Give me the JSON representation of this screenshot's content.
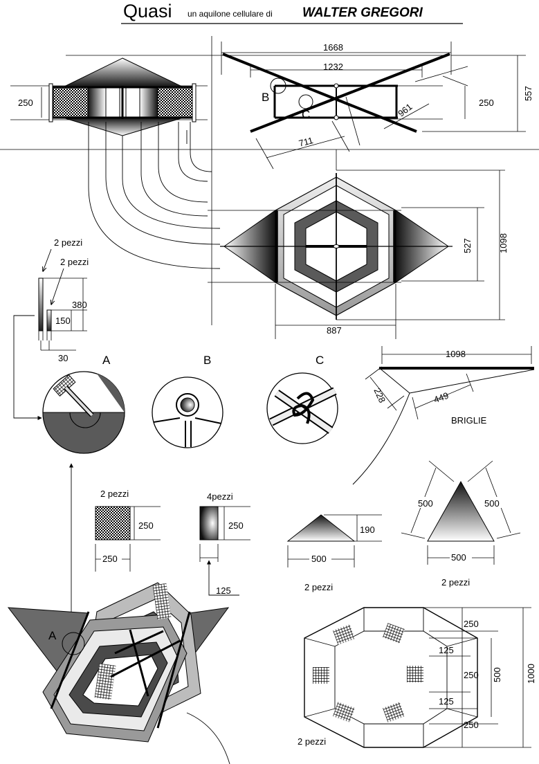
{
  "title": {
    "logo": "Quasi",
    "subtitle": "un aquilone cellulare di",
    "author": "WALTER GREGORI"
  },
  "dimensions": {
    "d1668": "1668",
    "d1232": "1232",
    "d250_top_left": "250",
    "d250_top_right": "250",
    "d557": "557",
    "d961": "961",
    "d711": "711",
    "d527": "527",
    "d1098_vert": "1098",
    "d887": "887",
    "d380": "380",
    "d150": "150",
    "d30": "30",
    "d1098_bridle": "1098",
    "d228": "228",
    "d449": "449",
    "d250_chk_h": "250",
    "d250_chk_w": "250",
    "d250_grad": "250",
    "d125_grad": "125",
    "d190": "190",
    "d500_small": "500",
    "d500_tri_l": "500",
    "d500_tri_r": "500",
    "d500_tri_b": "500",
    "hex_250_top": "250",
    "hex_125_a": "125",
    "hex_250_mid": "250",
    "hex_500": "500",
    "hex_125_b": "125",
    "hex_250_bot": "250",
    "hex_1000": "1000"
  },
  "labels": {
    "point_b": "B",
    "point_c": "C",
    "point_a": "A",
    "detail_a": "A",
    "detail_b": "B",
    "detail_c": "C",
    "pieces_rod_1": "2 pezzi",
    "pieces_rod_2": "2 pezzi",
    "pieces_checker": "2 pezzi",
    "pieces_gradient": "4pezzi",
    "pieces_small_tri": "2 pezzi",
    "pieces_big_tri": "2 pezzi",
    "pieces_hex": "2 pezzi",
    "bridle": "BRIGLIE"
  },
  "colors": {
    "ink": "#000000",
    "paper": "#ffffff",
    "dark_gray": "#5a5a5a",
    "light_gray": "#cfcfcf"
  }
}
